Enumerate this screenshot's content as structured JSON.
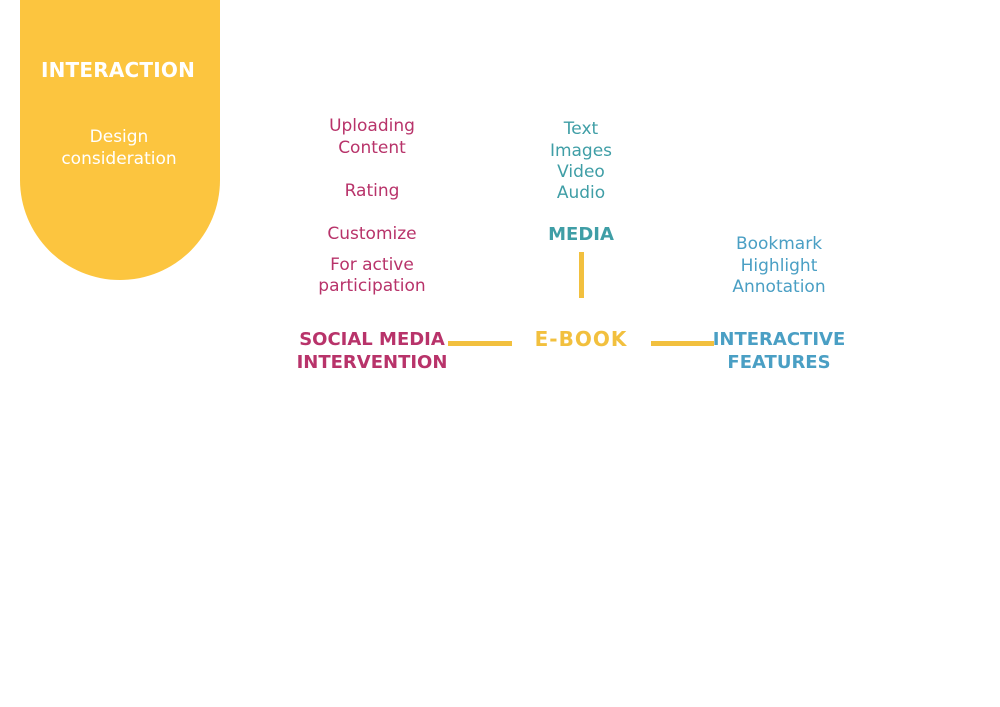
{
  "tab": {
    "title": "INTERACTION",
    "subtitle_line1": "Design",
    "subtitle_line2": "consideration"
  },
  "social": {
    "items": [
      "Uploading",
      "Content",
      "Rating",
      "Customize",
      "For active",
      "participation"
    ],
    "heading_line1": "SOCIAL MEDIA",
    "heading_line2": "INTERVENTION"
  },
  "media": {
    "items": [
      "Text",
      "Images",
      "Video",
      "Audio"
    ],
    "heading": "MEDIA"
  },
  "center": {
    "label": "E-BOOK"
  },
  "interactive": {
    "items": [
      "Bookmark",
      "Highlight",
      "Annotation"
    ],
    "heading_line1": "INTERACTIVE",
    "heading_line2": "FEATURES"
  },
  "colors": {
    "accent_yellow": "#fcc53f",
    "social_magenta": "#b8336a",
    "media_teal": "#3f9ea6",
    "interactive_blue": "#4a9fc4"
  }
}
